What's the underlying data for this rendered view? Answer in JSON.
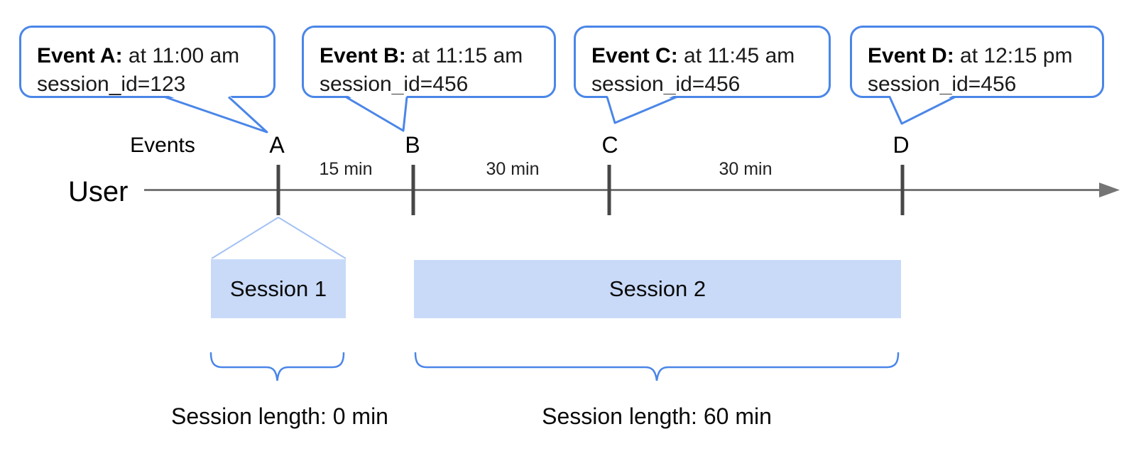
{
  "diagram": {
    "events_label": "Events",
    "user_label": "User",
    "callouts": [
      {
        "id": "A",
        "title": "Event A:",
        "time": "at 11:00 am",
        "session": "session_id=123"
      },
      {
        "id": "B",
        "title": "Event B:",
        "time": "at 11:15 am",
        "session": "session_id=456"
      },
      {
        "id": "C",
        "title": "Event C:",
        "time": "at 11:45 am",
        "session": "session_id=456"
      },
      {
        "id": "D",
        "title": "Event D:",
        "time": "at 12:15 pm",
        "session": "session_id=456"
      }
    ],
    "event_markers": [
      "A",
      "B",
      "C",
      "D"
    ],
    "intervals": [
      "15 min",
      "30 min",
      "30 min"
    ],
    "sessions": [
      {
        "label": "Session 1"
      },
      {
        "label": "Session 2"
      }
    ],
    "session_lengths": [
      "Session length: 0 min",
      "Session length: 60 min"
    ],
    "colors": {
      "accent_blue": "#4a86e8",
      "funnel_light_blue": "#a4c2f4",
      "session_fill": "#c9daf8",
      "timeline_gray": "#757575",
      "tick_gray": "#474747"
    }
  }
}
